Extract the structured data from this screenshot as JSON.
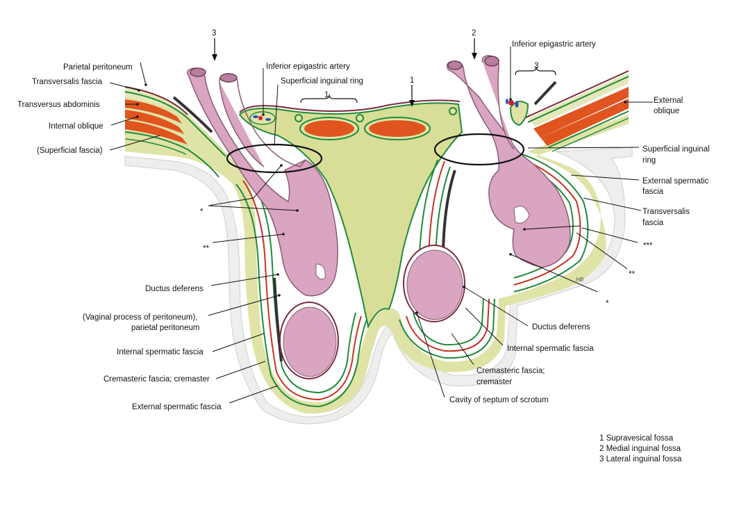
{
  "labels": {
    "parietal_peritoneum": "Parietal peritoneum",
    "transversalis_fascia_left": "Transversalis fascia",
    "transversus_abdominis": "Transversus abdominis",
    "internal_oblique": "Internal oblique",
    "superficial_fascia": "(Superficial fascia)",
    "inferior_epigastric_artery_left": "Inferior epigastric artery",
    "superficial_inguinal_ring_top": "Superficial inguinal ring",
    "inferior_epigastric_artery_right": "Inferior epigastric artery",
    "external_oblique_l1": "External",
    "external_oblique_l2": "oblique",
    "superficial_inguinal_ring_right_l1": "Superficial inguinal",
    "superficial_inguinal_ring_right_l2": "ring",
    "external_spermatic_fascia_right_l1": "External spermatic",
    "external_spermatic_fascia_right_l2": "fascia",
    "transversalis_fascia_right_l1": "Transversalis",
    "transversalis_fascia_right_l2": "fascia",
    "star3": "***",
    "star2_right": "**",
    "star1_right": "*",
    "star1_left": "*",
    "star2_left": "**",
    "ductus_deferens_left": "Ductus deferens",
    "vaginal_process_l1": "(Vaginal process of peritoneum),",
    "vaginal_process_l2": "parietal peritoneum",
    "internal_spermatic_fascia_left": "Internal spermatic fascia",
    "cremasteric_fascia_left": "Cremasteric fascia; cremaster",
    "external_spermatic_fascia_left": "External spermatic fascia",
    "ductus_deferens_right": "Ductus deferens",
    "internal_spermatic_fascia_right": "Internal spermatic fascia",
    "cremasteric_fascia_right_l1": "Cremasteric fascia;",
    "cremasteric_fascia_right_l2": "cremaster",
    "cavity_septum": "Cavity of septum of scrotum",
    "num_3_top": "3",
    "num_2_top": "2",
    "num_1_top": "1",
    "num_1_brace": "1",
    "num_3_brace": "3"
  },
  "legend": [
    "1 Supravesical fossa",
    "2 Medial inguinal fossa",
    "3 Lateral inguinal fossa"
  ],
  "signature": "HB",
  "colors": {
    "muscle": "#e0541f",
    "fascia_fill": "#dfe3a6",
    "green_line": "#1f8a3a",
    "red_line": "#c8321e",
    "peritoneum_line": "#7a2a3a",
    "organ": "#d9a5c0",
    "organ_dark": "#b97e9d",
    "skin": "#f0f0ef"
  }
}
